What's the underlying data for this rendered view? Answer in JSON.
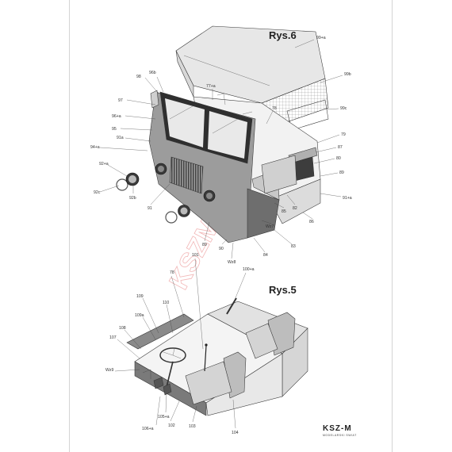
{
  "figures": [
    {
      "title": "Rys.6"
    },
    {
      "title": "Rys.5"
    }
  ],
  "brand": {
    "logo_text": "KSZ-M",
    "tagline": "MODELARSKI SWIAT"
  },
  "watermark": "KSZM",
  "labels_rys6": [
    "99+a",
    "98",
    "99b",
    "96b",
    "77+a",
    "97",
    "78",
    "99c",
    "96+a",
    "95",
    "79",
    "91a",
    "87",
    "94+a",
    "80",
    "92+a",
    "89",
    "92c",
    "92b",
    "91+a",
    "91",
    "85",
    "82",
    "86",
    "Wz7",
    "89",
    "90",
    "83",
    "84",
    "Wz8"
  ],
  "labels_rys5": [
    "101",
    "100+a",
    "78",
    "109",
    "110",
    "109a",
    "108",
    "107",
    "Wz9",
    "105+a",
    "106+a",
    "102",
    "103",
    "104"
  ]
}
